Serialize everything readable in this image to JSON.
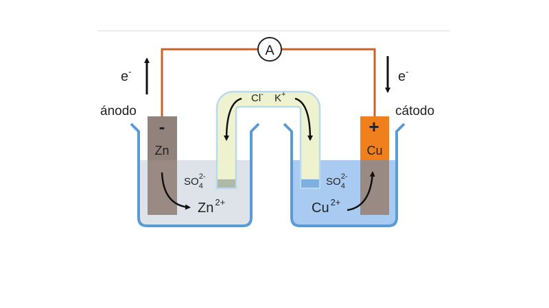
{
  "labels": {
    "anode": "ánodo",
    "cathode": "cátodo",
    "ammeter": "A",
    "electron": "e",
    "electron_charge": "-",
    "anode_sign": "-",
    "cathode_sign": "+",
    "zinc": "Zn",
    "copper": "Cu",
    "zinc_ion": "Zn",
    "zinc_ion_charge": "2+",
    "copper_ion": "Cu",
    "copper_ion_charge": "2+",
    "sulfate": "SO",
    "sulfate_sub": "4",
    "sulfate_charge": "2-",
    "chloride": "Cl",
    "chloride_charge": "-",
    "potassium": "K",
    "potassium_charge": "+"
  },
  "colors": {
    "wire": "#c8612a",
    "zinc_electrode": "#9a8a84",
    "copper_electrode": "#f07f1e",
    "left_solution": "#dde3e9",
    "right_solution": "#a9cbf1",
    "beaker": "#5b9bd5",
    "salt_bridge": "#eef2cf",
    "salt_bridge_outline": "#b9d9ec"
  }
}
